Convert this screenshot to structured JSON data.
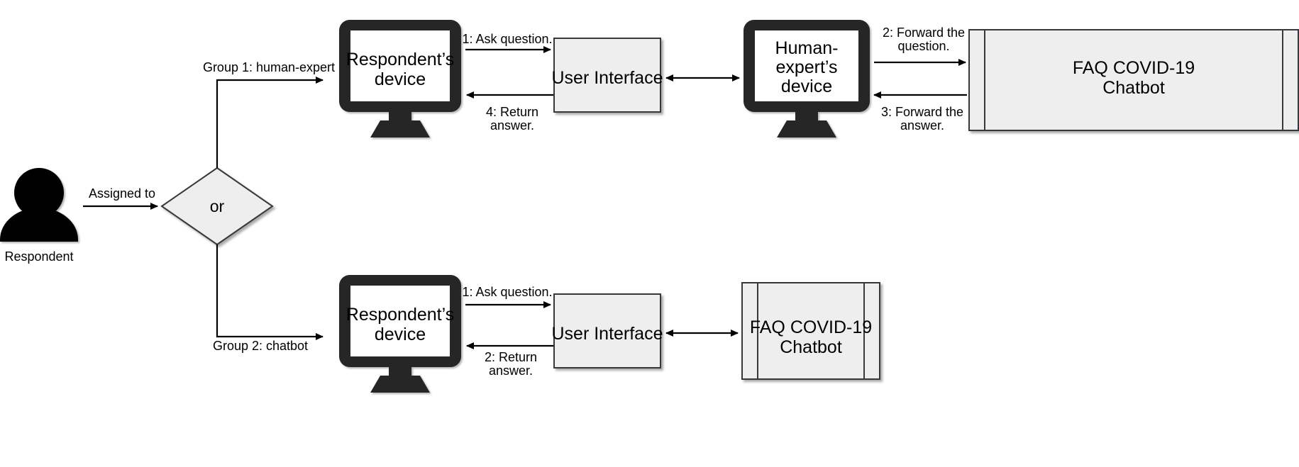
{
  "diagram": {
    "title": "COVID-19 FAQ chatbot study flow",
    "background_color": "#ffffff",
    "shape_fill_color": "#eeeeee",
    "shape_stroke_color": "#36393d",
    "device_color": "#262626",
    "line_color": "#000000"
  },
  "actor": {
    "name": "respondent",
    "label": "Respondent"
  },
  "decision": {
    "label": "or",
    "incoming_label": "Assigned to"
  },
  "branches": [
    {
      "id": "group1",
      "label": "Group 1: human-expert"
    },
    {
      "id": "group2",
      "label": "Group 2: chatbot"
    }
  ],
  "top_row": {
    "respondent_device": {
      "line1": "Respondent’s",
      "line2": "device"
    },
    "user_interface": {
      "label": "User Interface"
    },
    "expert_device": {
      "line1": "Human-",
      "line2": "expert’s",
      "line3": "device"
    },
    "chatbot": {
      "line1": "FAQ COVID-19",
      "line2": "Chatbot"
    },
    "messages": {
      "ask": "1: Ask question.",
      "return_line1": "4: Return",
      "return_line2": "answer.",
      "forward_question_line1": "2: Forward the",
      "forward_question_line2": "question.",
      "forward_answer_line1": "3: Forward the",
      "forward_answer_line2": "answer."
    }
  },
  "bottom_row": {
    "respondent_device": {
      "line1": "Respondent’s",
      "line2": "device"
    },
    "user_interface": {
      "label": "User Interface"
    },
    "chatbot": {
      "line1": "FAQ COVID-19",
      "line2": "Chatbot"
    },
    "messages": {
      "ask": "1: Ask question.",
      "return_line1": "2: Return",
      "return_line2": "answer."
    }
  }
}
